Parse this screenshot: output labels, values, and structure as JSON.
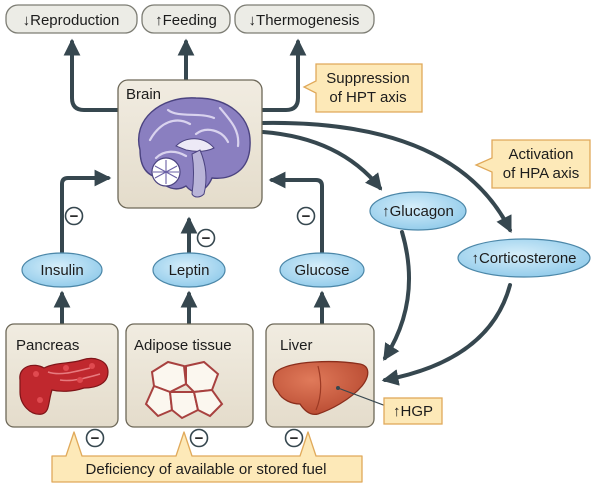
{
  "effects": {
    "reproduction": "↓Reproduction",
    "feeding": "↑Feeding",
    "thermogenesis": "↓Thermogenesis"
  },
  "callouts": {
    "hpt_line1": "Suppression",
    "hpt_line2": "of HPT axis",
    "hpa_line1": "Activation",
    "hpa_line2": "of HPA axis",
    "hgp": "↑HGP",
    "deficiency": "Deficiency of available or stored fuel"
  },
  "organs": {
    "brain": "Brain",
    "pancreas": "Pancreas",
    "adipose": "Adipose tissue",
    "liver": "Liver"
  },
  "signals": {
    "insulin": "Insulin",
    "leptin": "Leptin",
    "glucose": "Glucose",
    "glucagon": "↑Glucagon",
    "corticosterone": "↑Corticosterone"
  },
  "inhibition_symbol": "−",
  "colors": {
    "organ_box_fill": "#ece6d8",
    "effect_box_fill": "#ecece6",
    "callout_fill": "#fde9b8",
    "callout_border": "#e0a95a",
    "signal_fill": "#a7d7ef",
    "arrow": "#36474f",
    "brain": "#8a7fc0",
    "pancreas": "#c0282e",
    "liver": "#cc5a3e",
    "adipose": "#a8413f"
  }
}
